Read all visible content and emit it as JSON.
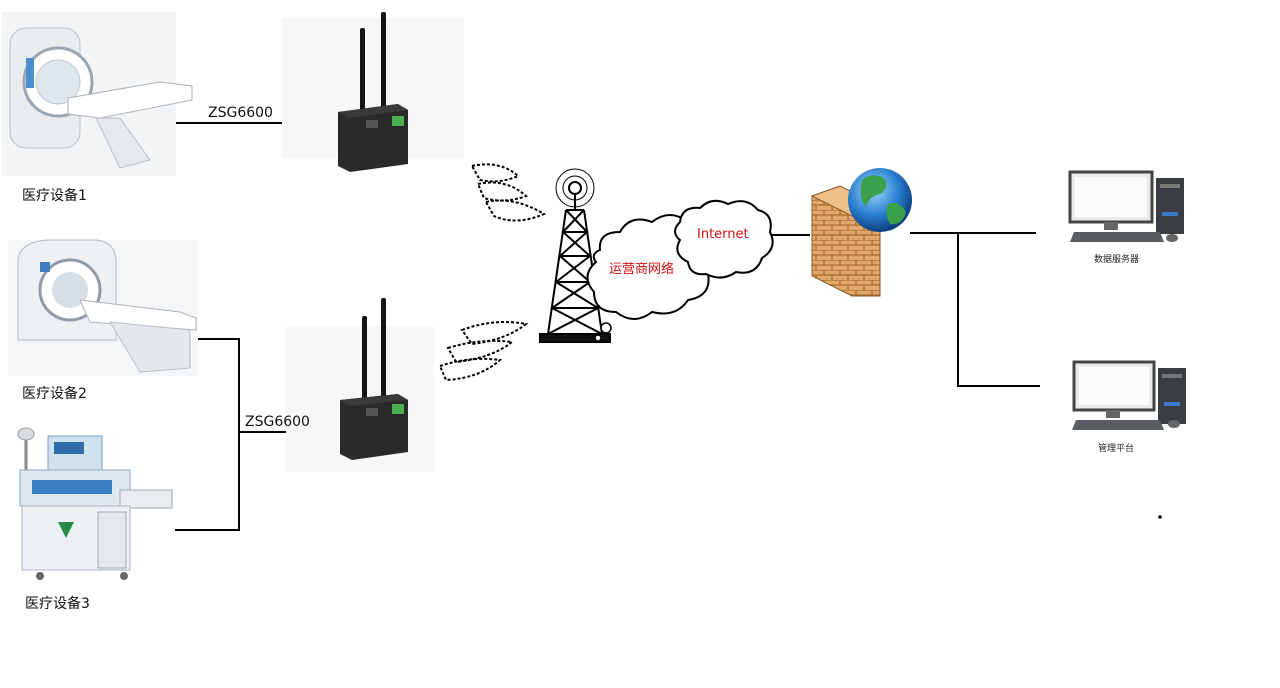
{
  "devices": [
    {
      "label": "医疗设备1"
    },
    {
      "label": "医疗设备2"
    },
    {
      "label": "医疗设备3"
    }
  ],
  "gateways": [
    {
      "label": "ZSG6600"
    },
    {
      "label": "ZSG6600"
    }
  ],
  "clouds": {
    "operator": "运营商网络",
    "internet": "Internet"
  },
  "servers": [
    {
      "label": "数据服务器"
    },
    {
      "label": "管理平台"
    }
  ]
}
